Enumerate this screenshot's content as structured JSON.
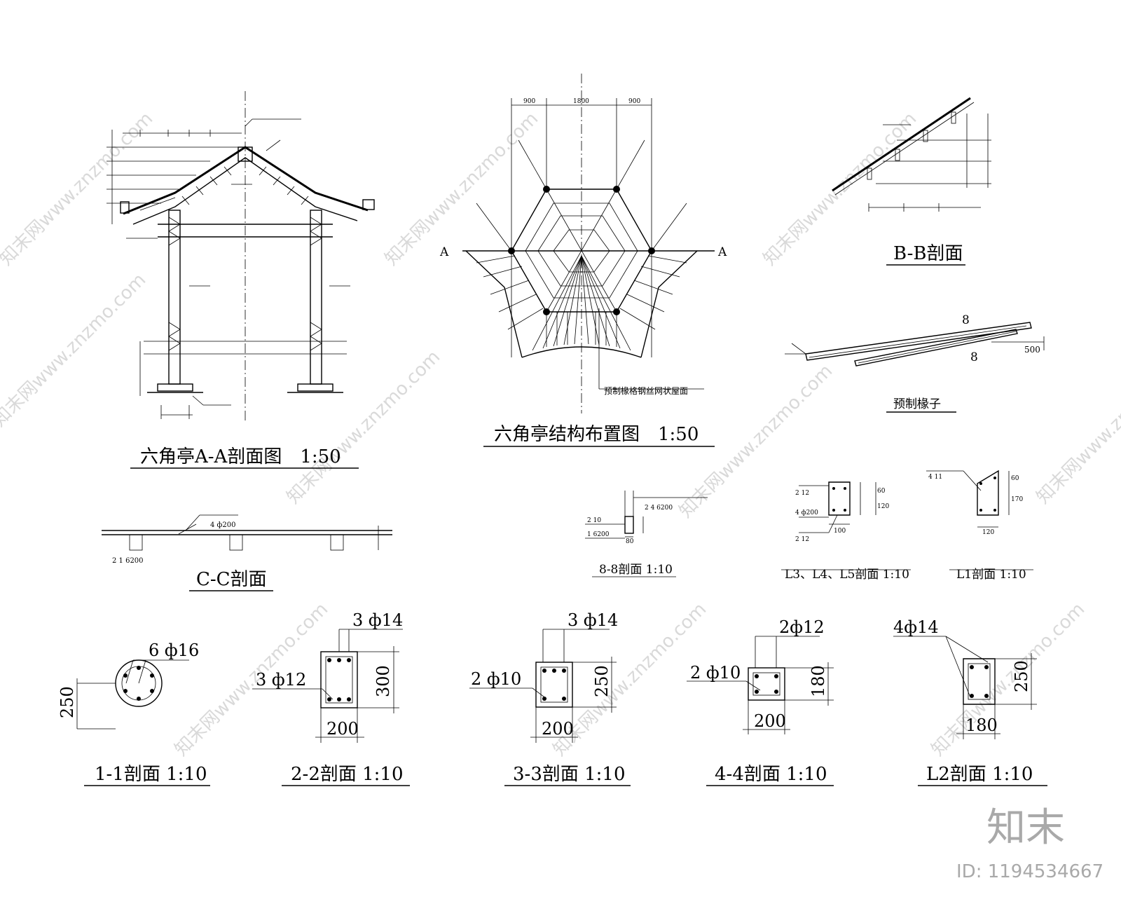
{
  "drawing": {
    "titles": {
      "aa_section": "六角亭A-A剖面图　1:50",
      "layout_plan": "六角亭结构布置图　1:50",
      "bb_section": "B-B剖面",
      "precast_rafter": "预制椽子",
      "cc_section": "C-C剖面",
      "s88": "8-8剖面 1:10",
      "l345": "L3、L4、L5剖面 1:10",
      "l1": "L1剖面 1:10",
      "s11": "1-1剖面  1:10",
      "s22": "2-2剖面  1:10",
      "s33": "3-3剖面  1:10",
      "s44": "4-4剖面  1:10",
      "l2": "L2剖面  1:10"
    },
    "plan": {
      "dims": [
        "900",
        "1800",
        "900"
      ],
      "section_mark_left": "A",
      "section_mark_right": "A",
      "note": "预制椽格钢丝网状屋面"
    },
    "rafter_marks": [
      "8",
      "8",
      "500"
    ],
    "cc": {
      "rebar": "2 1 6200",
      "note": "4 ф200"
    },
    "s11": {
      "rebar": "6 ф16",
      "height": "250"
    },
    "s22": {
      "top_rebar": "3 ф14",
      "side_rebar": "3 ф12",
      "height": "300",
      "width": "200"
    },
    "s33": {
      "top_rebar": "3 ф14",
      "side_rebar": "2 ф10",
      "height": "250",
      "width": "200"
    },
    "s44": {
      "top_rebar": "2ф12",
      "side_rebar": "2 ф10",
      "height": "180",
      "width": "200"
    },
    "l2": {
      "top_rebar": "4ф14",
      "height": "250",
      "width": "180"
    },
    "l345": {
      "top": "2 12",
      "mid": "4 ф200",
      "bot": "2 12",
      "h1": "60",
      "h2": "120",
      "w": "100"
    },
    "l1": {
      "top": "4 11",
      "h1": "60",
      "h2": "170",
      "w": "120"
    },
    "s88": {
      "r1": "2 4 6200",
      "r2": "2 10",
      "r3": "1 6200",
      "w": "80"
    },
    "watermark": "知末网www.znzmo.com"
  },
  "branding": {
    "logo": "知末",
    "id_label": "ID: 1194534667"
  }
}
